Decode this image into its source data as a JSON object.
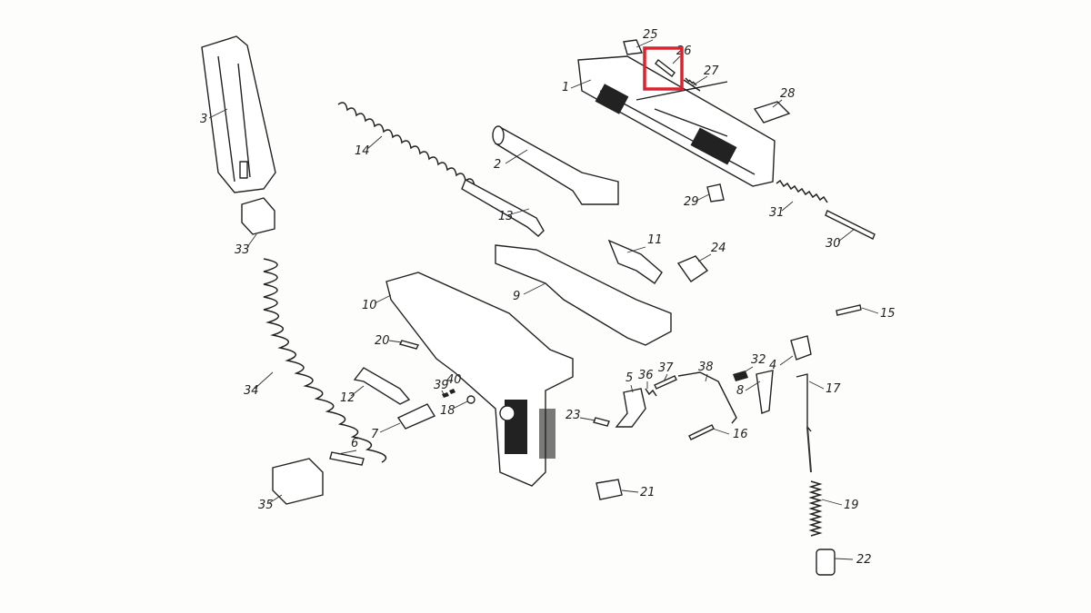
{
  "diagram": {
    "title": "",
    "part_labels": [
      "1",
      "2",
      "3",
      "4",
      "5",
      "6",
      "7",
      "8",
      "9",
      "10",
      "11",
      "12",
      "13",
      "14",
      "15",
      "16",
      "17",
      "18",
      "19",
      "20",
      "21",
      "22",
      "23",
      "24",
      "25",
      "26",
      "27",
      "28",
      "29",
      "30",
      "31",
      "32",
      "33",
      "34",
      "35",
      "36",
      "37",
      "38",
      "39",
      "40"
    ],
    "highlight": {
      "target_label": "26",
      "color": "#d9232e"
    }
  }
}
